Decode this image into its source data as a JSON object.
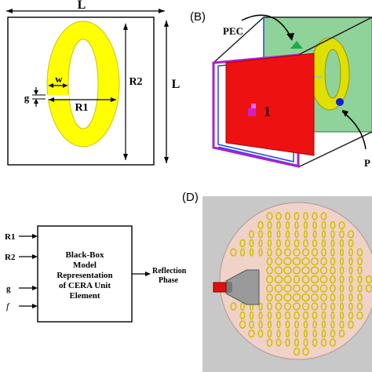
{
  "panel_a": {
    "dim_top": "L",
    "dim_right": "L",
    "label_w": "w",
    "label_g": "g",
    "label_r1": "R1",
    "label_r2": "R2",
    "colors": {
      "ring": "#ffff00",
      "ring_stroke": "#c9c400",
      "bg": "#ffffff",
      "border": "#000000"
    }
  },
  "panel_b": {
    "label": "(B)",
    "pec_label": "PEC",
    "port_label": "1",
    "edge_label": "P",
    "colors": {
      "red_wall": "#ee1111",
      "green_wall": "#8fd39a",
      "yellow_ring": "#e0e000",
      "frame_purple": "#aa22cc",
      "frame_blue": "#2244ee"
    }
  },
  "panel_c": {
    "inputs": [
      "R1",
      "R2",
      "g",
      "f"
    ],
    "box_lines": [
      "Black-Box",
      "Model",
      "Representation",
      "of CERA Unit",
      "Element"
    ],
    "output_lines": [
      "Reflection",
      "Phase"
    ]
  },
  "panel_d": {
    "label": "(D)",
    "colors": {
      "bg": "#c8c8c8",
      "disc": "#f1d2c8",
      "ring": "#d4c000",
      "horn": "#9a9a9a",
      "feed": "#e01010"
    }
  }
}
